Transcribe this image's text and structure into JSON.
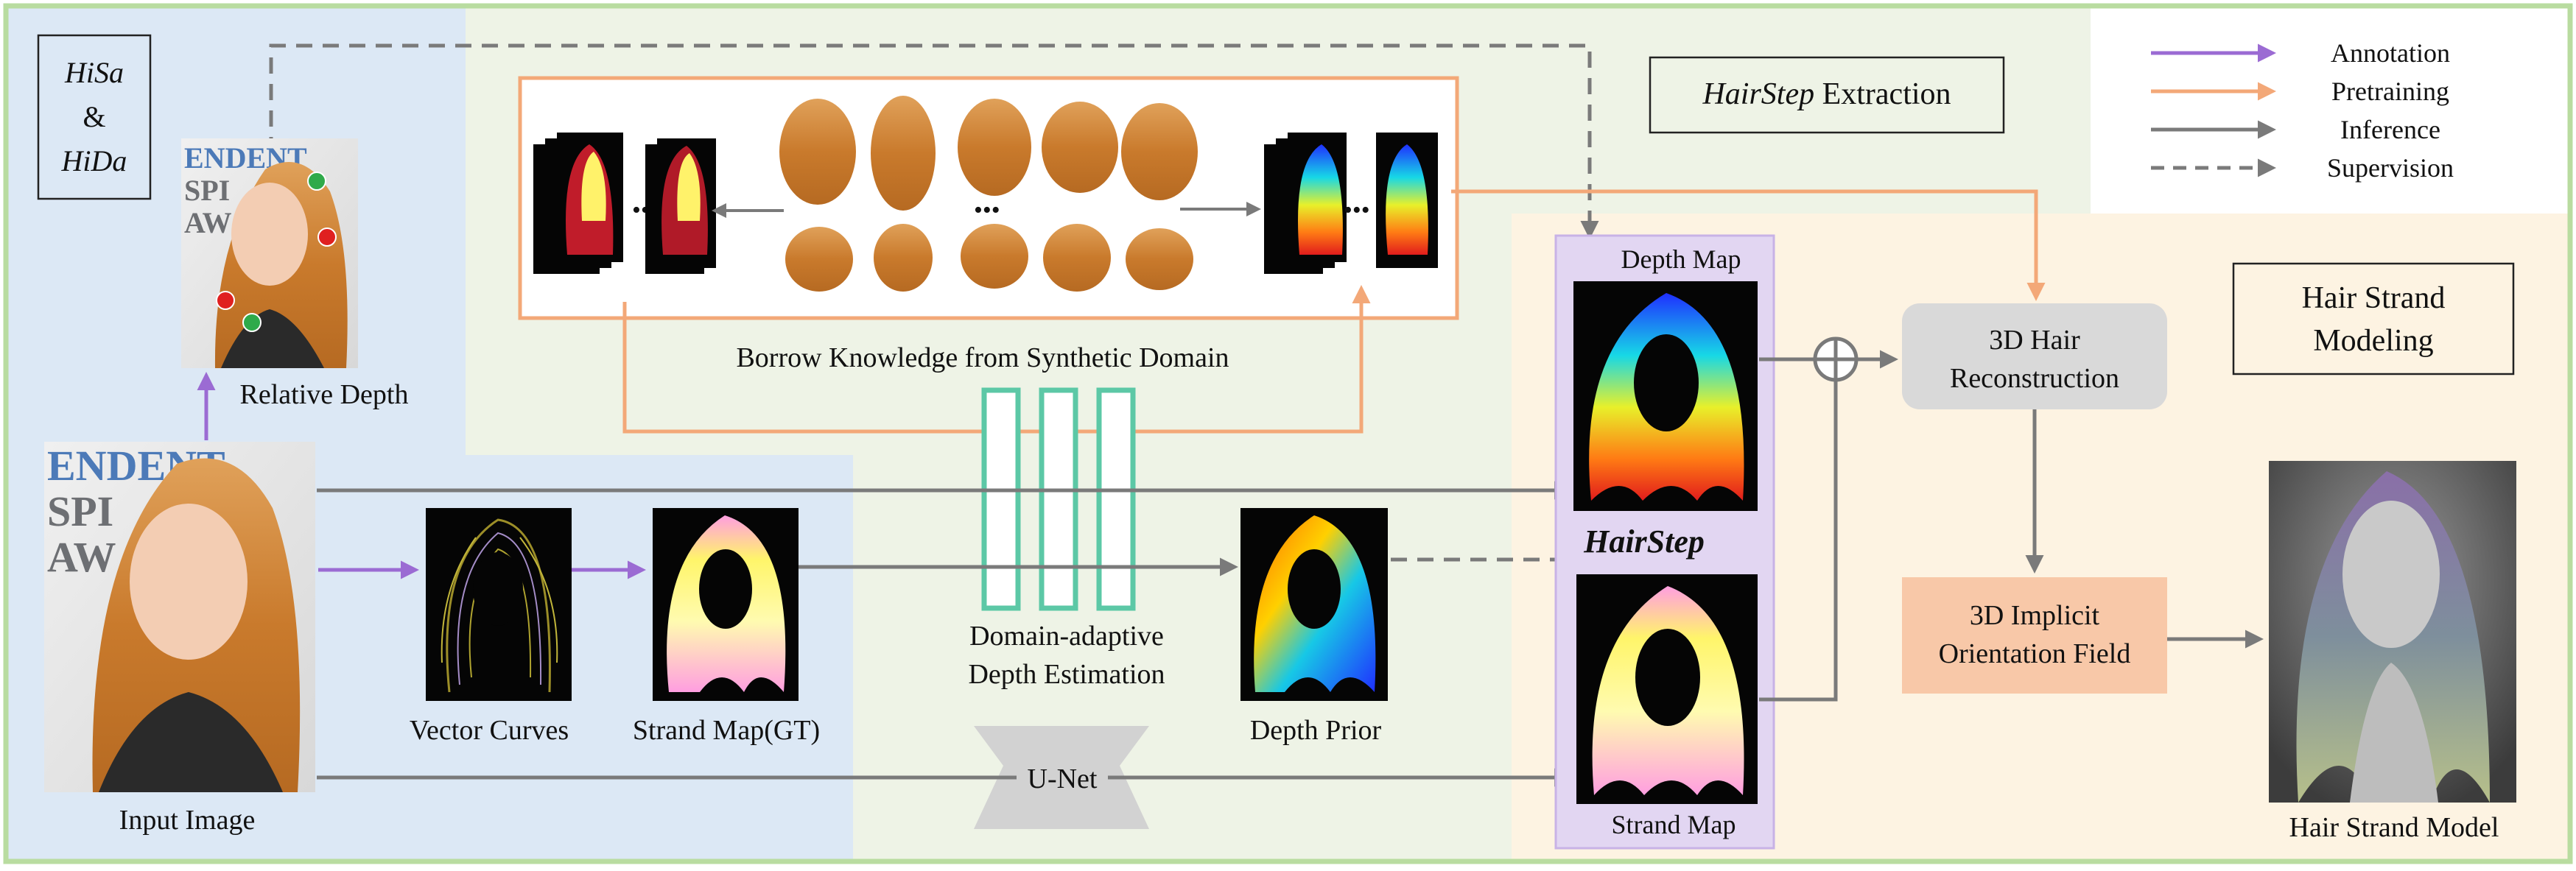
{
  "dataset_box": {
    "line1": "HiSa",
    "line2": "&",
    "line3": "HiDa"
  },
  "extraction_box": {
    "italic": "HairStep",
    "rest": " Extraction"
  },
  "modeling_box": {
    "line1": "Hair Strand",
    "line2": "Modeling"
  },
  "legend": [
    {
      "label": "Annotation",
      "color": "#9b6bd3",
      "style": "solid"
    },
    {
      "label": "Pretraining",
      "color": "#f3a878",
      "style": "solid"
    },
    {
      "label": "Inference",
      "color": "#7a7a7a",
      "style": "solid"
    },
    {
      "label": "Supervision",
      "color": "#7a7a7a",
      "style": "dashed"
    }
  ],
  "labels": {
    "relative_depth": "Relative Depth",
    "input_image": "Input Image",
    "vector_curves": "Vector Curves",
    "strand_map_gt": "Strand Map(GT)",
    "borrow_knowledge": "Borrow Knowledge from Synthetic Domain",
    "domain_adaptive_1": "Domain-adaptive",
    "domain_adaptive_2": "Depth Estimation",
    "depth_prior": "Depth Prior",
    "unet": "U-Net",
    "depth_map": "Depth Map",
    "hairstep": "HairStep",
    "strand_map": "Strand Map",
    "recon_1": "3D Hair",
    "recon_2": "Reconstruction",
    "implicit_1": "3D Implicit",
    "implicit_2": "Orientation Field",
    "hair_strand_model": "Hair Strand Model",
    "photo_text_1": "ENDENT",
    "photo_text_2": "SPI",
    "photo_text_3": "AW",
    "ellipsis": "•••"
  },
  "colors": {
    "annotation": "#9b6bd3",
    "pretraining": "#f3a878",
    "inference": "#7a7a7a",
    "dataset_region": "#dce8f5",
    "extraction_region": "#eef3e6",
    "modeling_region": "#fdf3e2",
    "hairstep_panel": "#e2d6f2",
    "outer_border": "#b9dca0",
    "estimator": "#5cc8a6",
    "recon_box": "#d9d9d9",
    "implicit_box": "#f8c8a8"
  }
}
